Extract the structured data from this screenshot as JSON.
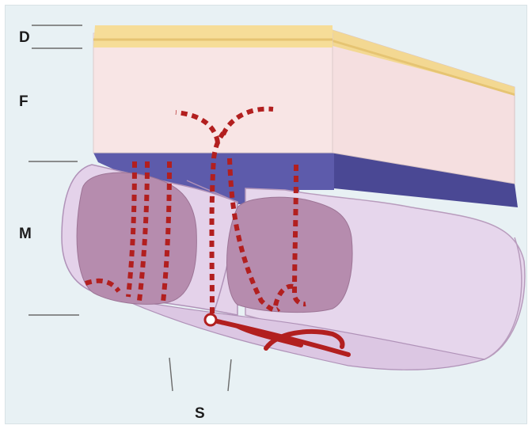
{
  "labels": {
    "D": "D",
    "F": "F",
    "M": "M",
    "S": "S"
  },
  "colors": {
    "background": "#e8f1f4",
    "dermis": "#f6dc94",
    "fat": "#f8e3e3",
    "fascia": "#5a58a8",
    "muscle_outer": "#e4d2ea",
    "muscle_core": "#b98fb2",
    "vessel": "#b21f1f"
  }
}
